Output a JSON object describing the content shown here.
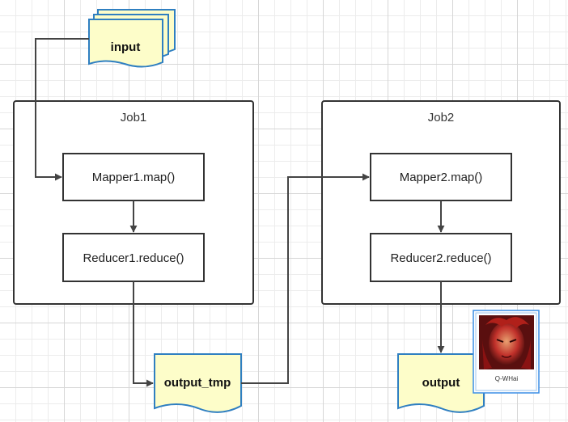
{
  "input_label": "input",
  "job1": {
    "title": "Job1",
    "mapper": "Mapper1.map()",
    "reducer": "Reducer1.reduce()"
  },
  "job2": {
    "title": "Job2",
    "mapper": "Mapper2.map()",
    "reducer": "Reducer2.reduce()"
  },
  "intermediate_label": "output_tmp",
  "output_label": "output",
  "watermark": {
    "caption": "Q-WHai"
  },
  "colors": {
    "document_fill": "#fdfdc9",
    "document_stroke": "#2f7fc1",
    "box_stroke": "#333333",
    "edge": "#444444"
  }
}
